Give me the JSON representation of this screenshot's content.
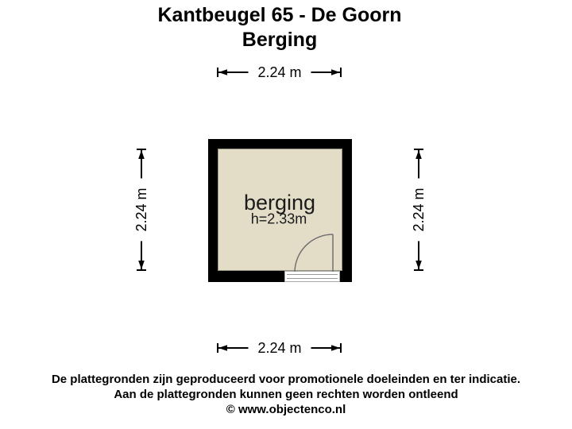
{
  "title": {
    "line1": "Kantbeugel 65 - De Goorn",
    "line2": "Berging"
  },
  "room": {
    "name": "berging",
    "height": "h=2.33m"
  },
  "dimensions": {
    "top": "2.24 m",
    "bottom": "2.24 m",
    "left": "2.24 m",
    "right": "2.24 m"
  },
  "footer": {
    "line1": "De plattegronden zijn geproduceerd voor promotionele doeleinden en ter indicatie.",
    "line2": "Aan de plattegronden kunnen geen rechten worden ontleend",
    "line3": "© www.objectenco.nl"
  },
  "icons": {
    "door_swing": "quarter-circle-door-swing-icon"
  },
  "colors": {
    "wall": "#000000",
    "floor": "#e3ddc8",
    "dimension_line": "#000000",
    "door_line": "#707070",
    "label_background": "#ffffff",
    "text": "#000000"
  }
}
